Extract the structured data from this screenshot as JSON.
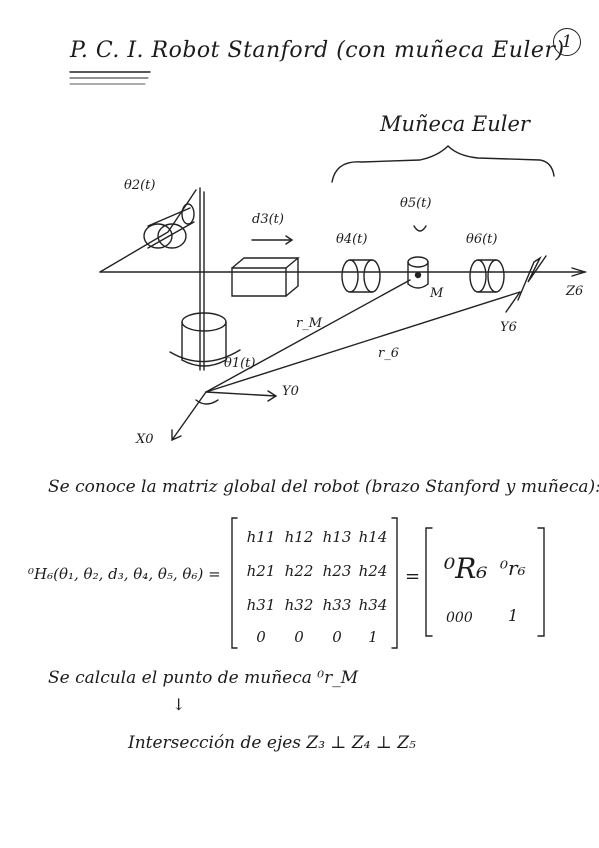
{
  "header": {
    "title": "P. C. I.  Robot Stanford (con muñeca Euler)",
    "page_number": "1"
  },
  "diagram": {
    "wrist_heading": "Muñeca Euler",
    "labels": {
      "theta2": "θ2(t)",
      "d3": "d3(t)",
      "theta4": "θ4(t)",
      "theta5": "θ5(t)",
      "theta6": "θ6(t)",
      "theta1": "θ1(t)",
      "r_M": "r_M",
      "r_6": "r_6",
      "point_M": "M",
      "y0": "Y0",
      "x0": "X0",
      "y6": "Y6",
      "z6": "Z6"
    }
  },
  "body": {
    "intro": "Se conoce la matriz global del robot (brazo Stanford y muñeca):",
    "lhs": "⁰H₆(θ₁, θ₂, d₃, θ₄, θ₅, θ₆) =",
    "matrix": [
      [
        "h11",
        "h12",
        "h13",
        "h14"
      ],
      [
        "h21",
        "h22",
        "h23",
        "h24"
      ],
      [
        "h31",
        "h32",
        "h33",
        "h34"
      ],
      [
        "0",
        "0",
        "0",
        "1"
      ]
    ],
    "equals": "=",
    "rhs_R": "⁰R₆",
    "rhs_r": "⁰r₆",
    "rhs_zeros": "000",
    "rhs_one": "1",
    "line2": "Se calcula el punto de muñeca ⁰r_M",
    "arrow": "↓",
    "line3": "Intersección de ejes  Z₃ ⊥ Z₄ ⊥ Z₅"
  }
}
